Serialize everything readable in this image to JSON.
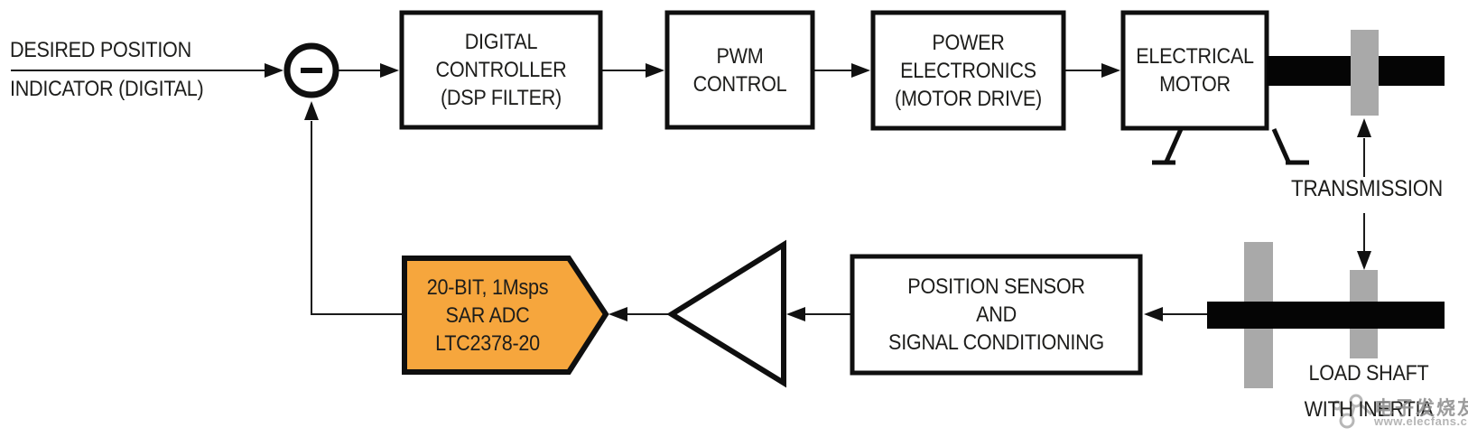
{
  "figure": {
    "input": {
      "line1": "DESIRED POSITION",
      "line2": "INDICATOR (DIGITAL)"
    },
    "blocks": {
      "digital_controller": {
        "lines": [
          "DIGITAL",
          "CONTROLLER",
          "(DSP FILTER)"
        ]
      },
      "pwm_control": {
        "lines": [
          "PWM",
          "CONTROL"
        ]
      },
      "power_electronics": {
        "lines": [
          "POWER",
          "ELECTRONICS",
          "(MOTOR DRIVE)"
        ]
      },
      "electrical_motor": {
        "lines": [
          "ELECTRICAL",
          "MOTOR"
        ]
      },
      "position_sensor": {
        "lines": [
          "POSITION SENSOR",
          "AND",
          "SIGNAL CONDITIONING"
        ]
      },
      "adc": {
        "lines": [
          "20-BIT, 1Msps",
          "SAR ADC",
          "LTC2378-20"
        ]
      }
    },
    "labels": {
      "transmission": "TRANSMISSION",
      "load_shaft_line1": "LOAD SHAFT",
      "load_shaft_line2": "WITH INERTIA"
    },
    "colors": {
      "adc_fill": "#f6a63d",
      "coupling_gray": "#a9a9a9",
      "shaft_black": "#050505",
      "watermark_gray": "#9a9a9a"
    },
    "watermark": {
      "site_name": "电子发烧友",
      "site_url": "www.elecfans.com"
    }
  }
}
